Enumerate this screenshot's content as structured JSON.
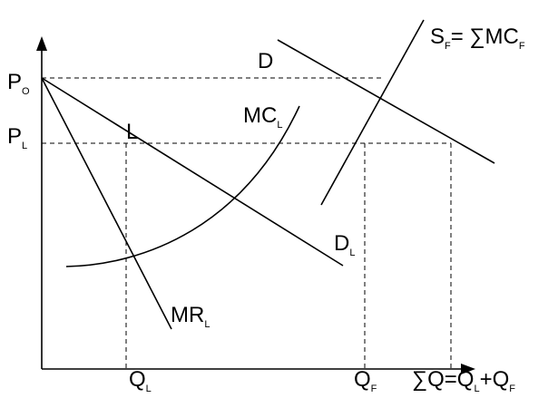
{
  "labels": {
    "p_o": {
      "main": "P",
      "sub": "O"
    },
    "p_l": {
      "main": "P",
      "sub": "L"
    },
    "point_l": "L",
    "d": "D",
    "s_f": {
      "main": "S",
      "sub": "F",
      "rest": "= ∑MC",
      "sub2": "F"
    },
    "mc_l": {
      "main": "MC",
      "sub": "L"
    },
    "d_l": {
      "main": "D",
      "sub": "L"
    },
    "mr_l": {
      "main": "MR",
      "sub": "L"
    },
    "q_l": {
      "main": "Q",
      "sub": "L"
    },
    "q_f": {
      "main": "Q",
      "sub": "F"
    },
    "sum_q": {
      "main": "∑Q=Q",
      "sub": "L",
      "plus": "+Q",
      "sub2": "F"
    }
  }
}
